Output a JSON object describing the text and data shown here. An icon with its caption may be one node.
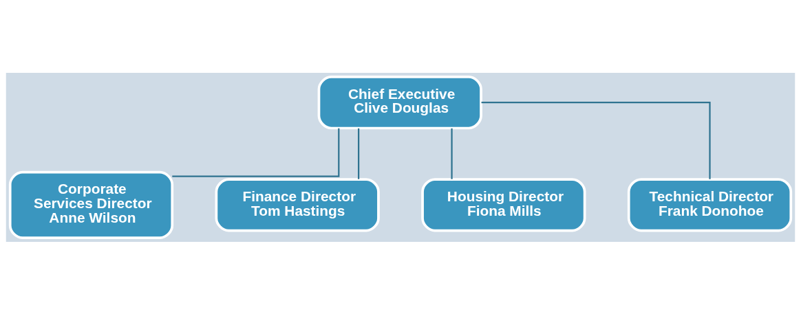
{
  "diagram": {
    "nodes": [
      {
        "text": [
          "Chief Executive",
          "Clive Douglas"
        ]
      },
      {
        "text": [
          "Corporate Services Director",
          "Anne Wilson"
        ]
      },
      {
        "text": [
          "Finance Director",
          "Tom Hastings"
        ]
      },
      {
        "text": [
          "Housing Director",
          "Fiona Mills"
        ]
      },
      {
        "text": [
          "Technical Director",
          "Frank Donohoe"
        ]
      }
    ],
    "edges": [
      {
        "from": 0,
        "to": 1,
        "arrow": "none"
      },
      {
        "from": 0,
        "to": 2,
        "arrow": "none"
      },
      {
        "from": 0,
        "to": 3,
        "arrow": "none"
      },
      {
        "from": 0,
        "to": 4,
        "arrow": "none"
      }
    ]
  }
}
